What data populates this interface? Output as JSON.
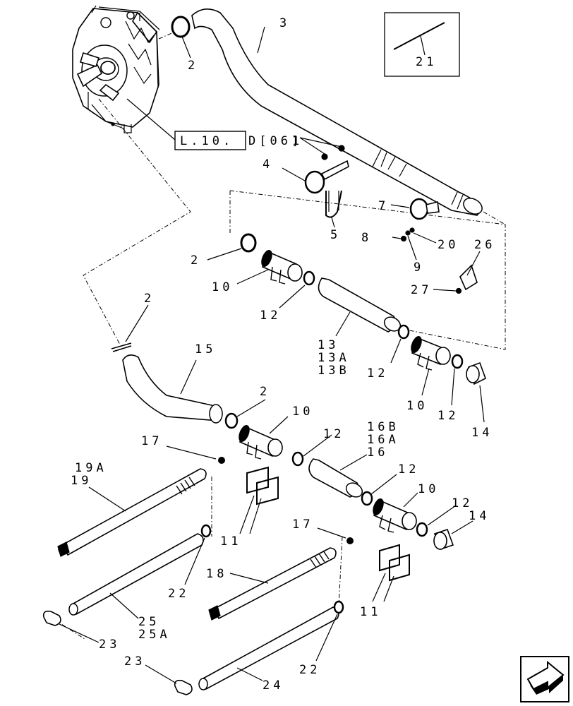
{
  "colors": {
    "ink": "#000000",
    "paper": "#ffffff"
  },
  "reference_box": {
    "prefix_boxed": "L.10.",
    "suffix": "D[06]"
  },
  "callouts": {
    "c1": "1",
    "c2a": "2",
    "c2b": "2",
    "c2c": "2",
    "c2d": "2",
    "c3": "3",
    "c4": "4",
    "c5": "5",
    "c7": "7",
    "c8": "8",
    "c9": "9",
    "c10a": "10",
    "c10b": "10",
    "c10c": "10",
    "c10d": "10",
    "c11a": "11",
    "c11b": "11",
    "c12a": "12",
    "c12b": "12",
    "c12c": "12",
    "c12d": "12",
    "c12e": "12",
    "c12f": "12",
    "c13": "13",
    "c13A": "13A",
    "c13B": "13B",
    "c14a": "14",
    "c14b": "14",
    "c15": "15",
    "c16B": "16B",
    "c16A": "16A",
    "c16": "16",
    "c17a": "17",
    "c17b": "17",
    "c18": "18",
    "c19A": "19A",
    "c19": "19",
    "c20": "20",
    "c21": "21",
    "c22a": "22",
    "c22b": "22",
    "c23a": "23",
    "c23b": "23",
    "c24": "24",
    "c25": "25",
    "c25A": "25A",
    "c26": "26",
    "c27": "27"
  },
  "icons": {
    "nav": "arrow-right-icon"
  }
}
